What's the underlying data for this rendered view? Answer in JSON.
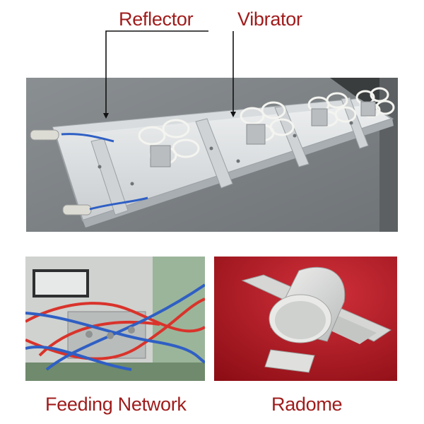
{
  "labels": {
    "reflector": "Reflector",
    "vibrator": "Vibrator",
    "feeding_network": "Feeding Network",
    "radome": "Radome"
  },
  "colors": {
    "label_red": "#a01c1c",
    "leader_line": "#111111",
    "photo_background_gray": "#7e8386",
    "cable_red": "#d9332b",
    "cable_blue": "#2f5fc4",
    "radome_backdrop_red": "#b1141d"
  },
  "icons": {
    "antenna_assembly": "antenna-assembly-photo",
    "feeding_network": "feeding-network-photo",
    "radome": "radome-photo"
  }
}
